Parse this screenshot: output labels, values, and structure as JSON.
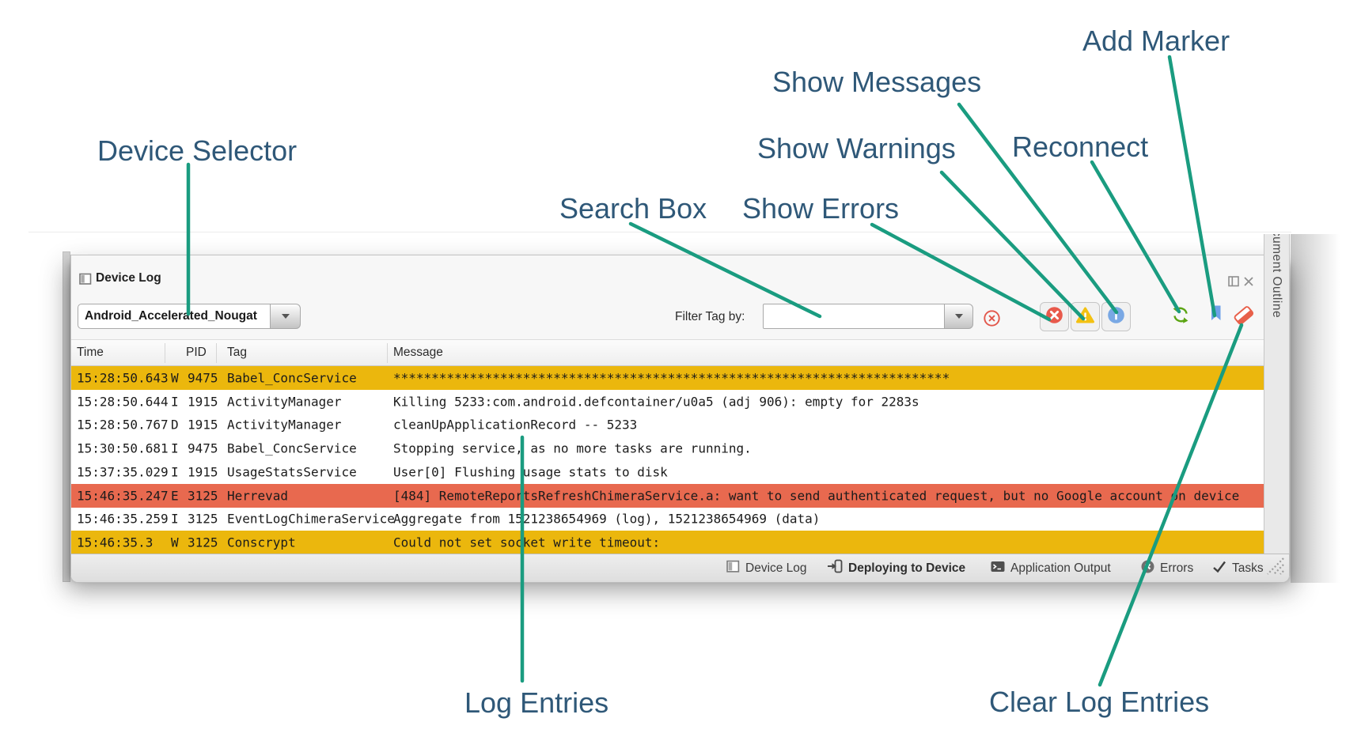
{
  "annotations": {
    "text_color": "#2F5878",
    "line_color": "#1A9C80",
    "labels": {
      "device_selector": "Device Selector",
      "search_box": "Search Box",
      "show_errors": "Show Errors",
      "show_warnings": "Show Warnings",
      "show_messages": "Show Messages",
      "reconnect": "Reconnect",
      "add_marker": "Add Marker",
      "log_entries": "Log Entries",
      "clear_log_entries": "Clear Log Entries"
    }
  },
  "panel": {
    "title": "Device Log",
    "window_icons": [
      "split-icon",
      "close-icon"
    ],
    "device_selector": {
      "value": "Android_Accelerated_Nougat"
    },
    "filter": {
      "label": "Filter Tag by:",
      "value": "",
      "placeholder": ""
    },
    "toolbar_icons": [
      "clear-filter-icon",
      "show-errors-toggle",
      "show-warnings-toggle",
      "show-messages-toggle",
      "reconnect-icon",
      "add-marker-icon",
      "clear-log-icon"
    ],
    "table": {
      "columns": {
        "time": "Time",
        "pid": "PID",
        "tag": "Tag",
        "message": "Message"
      },
      "rows": [
        {
          "time": "15:28:50.643",
          "level": "W",
          "pid": "9475",
          "tag": "Babel_ConcService",
          "message": "*************************************************************************",
          "highlight": "warning"
        },
        {
          "time": "15:28:50.644",
          "level": "I",
          "pid": "1915",
          "tag": "ActivityManager",
          "message": "Killing 5233:com.android.defcontainer/u0a5 (adj 906): empty for 2283s",
          "highlight": "none"
        },
        {
          "time": "15:28:50.767",
          "level": "D",
          "pid": "1915",
          "tag": "ActivityManager",
          "message": "cleanUpApplicationRecord -- 5233",
          "highlight": "none"
        },
        {
          "time": "15:30:50.681",
          "level": "I",
          "pid": "9475",
          "tag": "Babel_ConcService",
          "message": "Stopping service, as no more tasks are running.",
          "highlight": "none"
        },
        {
          "time": "15:37:35.029",
          "level": "I",
          "pid": "1915",
          "tag": "UsageStatsService",
          "message": "User[0] Flushing usage stats to disk",
          "highlight": "none"
        },
        {
          "time": "15:46:35.247",
          "level": "E",
          "pid": "3125",
          "tag": "Herrevad",
          "message": "[484] RemoteReportsRefreshChimeraService.a: want to send authenticated request, but no Google account on device",
          "highlight": "error"
        },
        {
          "time": "15:46:35.259",
          "level": "I",
          "pid": "3125",
          "tag": "EventLogChimeraService",
          "message": "Aggregate from 1521238654969 (log), 1521238654969 (data)",
          "highlight": "none"
        },
        {
          "time": "15:46:35.3",
          "level": "W",
          "pid": "3125",
          "tag": "Conscrypt",
          "message": "Could not set socket write timeout:",
          "highlight": "warning"
        }
      ],
      "row_colors": {
        "warning": "#EBB70D",
        "error": "#E8694F",
        "none": "#FFFFFF"
      }
    },
    "status_bar": {
      "items": [
        {
          "icon": "panel-icon",
          "label": "Device Log"
        },
        {
          "icon": "deploy-icon",
          "label": "Deploying to Device"
        },
        {
          "icon": "terminal-icon",
          "label": "Application Output"
        },
        {
          "icon": "error-circle-icon",
          "label": "Errors"
        },
        {
          "icon": "check-icon",
          "label": "Tasks"
        }
      ]
    },
    "outline_sidebar": {
      "label": "Document Outline"
    }
  }
}
